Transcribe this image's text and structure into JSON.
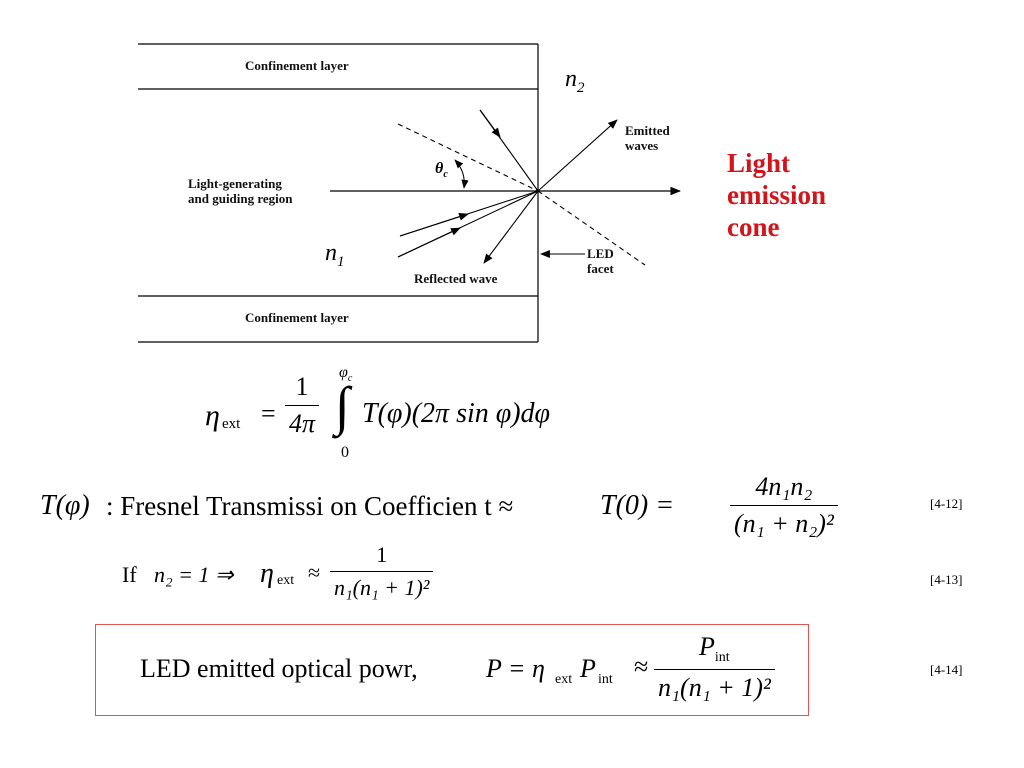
{
  "diagram": {
    "top_layer": "Confinement layer",
    "bottom_layer": "Confinement layer",
    "region_line1": "Light-generating",
    "region_line2": "and guiding region",
    "n2_base": "n",
    "n2_sub": "2",
    "n1_base": "n",
    "n1_sub": "1",
    "emitted_line1": "Emitted",
    "emitted_line2": "waves",
    "theta_base": "θ",
    "theta_sub": "c",
    "reflected": "Reflected wave",
    "facet_line1": "LED",
    "facet_line2": "facet",
    "cone_line1": "Light",
    "cone_line2": "emission",
    "cone_line3": "cone",
    "cone_color": "#d4141b"
  },
  "equations": {
    "eta_ext": "η",
    "ext": "ext",
    "equals": "=",
    "one": "1",
    "four_pi": "4π",
    "upper_limit": "φ",
    "upper_limit_sub": "c",
    "lower_limit": "0",
    "integral": "∫",
    "integrand": "T(φ)(2π sin φ)dφ",
    "t_phi": "T(φ)",
    "fresnel_text": ": Fresnel Transmissi on Coefficien t ≈",
    "t_zero": "T(0) =",
    "fresnel_num": "4n₁n₂",
    "fresnel_den": "(n₁ + n₂)²",
    "ref_12": "[4-12]",
    "if_word": "If",
    "if_cond": "n₂ = 1 ⇒",
    "approx": "≈",
    "if_num": "1",
    "if_den": "n₁(n₁ + 1)²",
    "ref_13": "[4-13]",
    "power_text": "LED emitted optical powr,",
    "power_eq": "P = η",
    "p_int": "P",
    "int_sub": "int",
    "power_num_sub": "int",
    "power_den": "n₁(n₁ + 1)²",
    "ref_14": "[4-14]",
    "box_color": "#e05555"
  }
}
